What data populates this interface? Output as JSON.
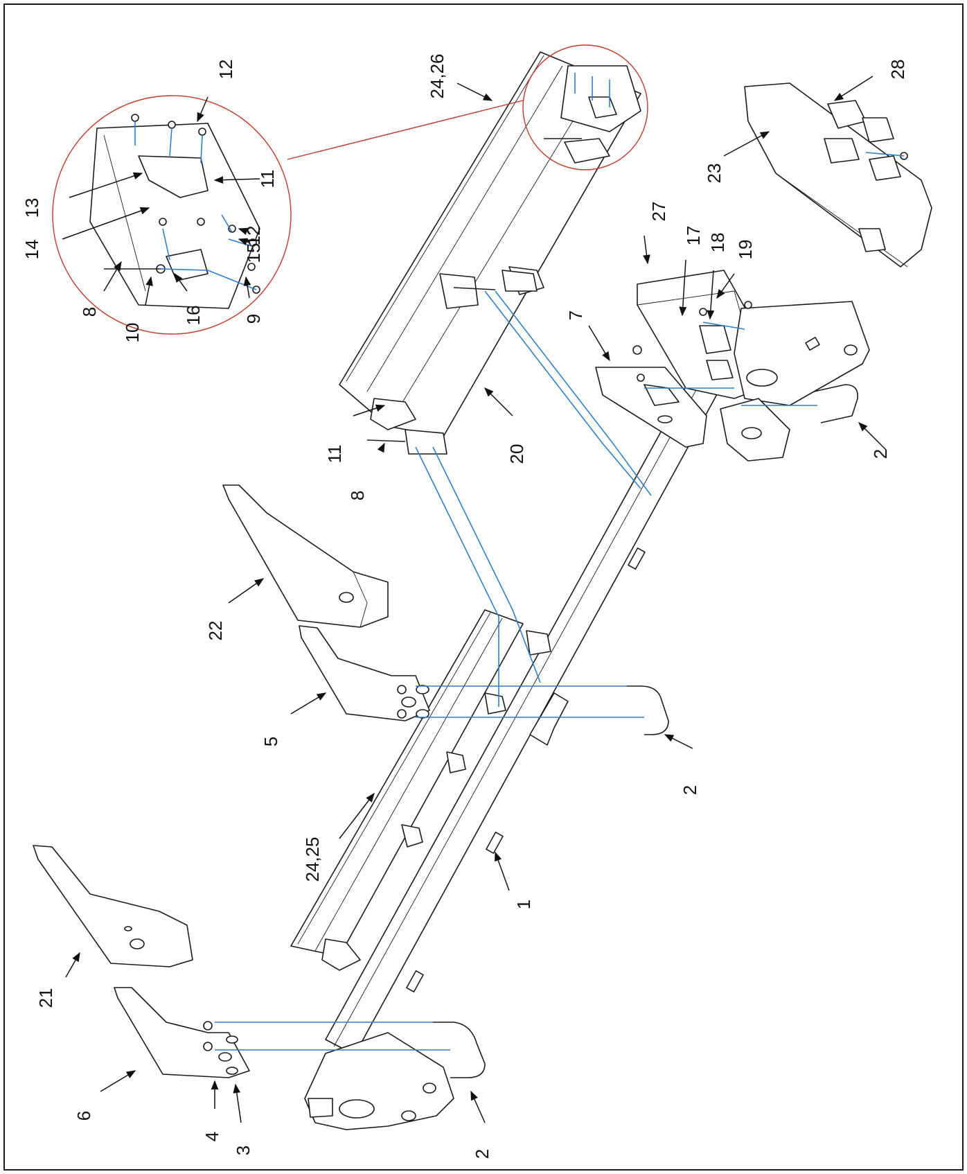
{
  "diagram": {
    "type": "exploded-parts-assembly",
    "colors": {
      "outline": "#1a1a1a",
      "assembly_line": "#2f7fc8",
      "detail_circle": "#c0392b"
    },
    "callouts": [
      {
        "id": "c8-detail",
        "label": "8"
      },
      {
        "id": "c10",
        "label": "10"
      },
      {
        "id": "c16",
        "label": "16"
      },
      {
        "id": "c9",
        "label": "9"
      },
      {
        "id": "c14",
        "label": "14"
      },
      {
        "id": "c15",
        "label": "15"
      },
      {
        "id": "c13",
        "label": "13"
      },
      {
        "id": "c11-detail",
        "label": "11"
      },
      {
        "id": "c12-top",
        "label": "12"
      },
      {
        "id": "c12-mid",
        "label": "12"
      },
      {
        "id": "c24-26",
        "label": "24,26"
      },
      {
        "id": "c28",
        "label": "28"
      },
      {
        "id": "c23",
        "label": "23"
      },
      {
        "id": "c27",
        "label": "27"
      },
      {
        "id": "c17",
        "label": "17"
      },
      {
        "id": "c18",
        "label": "18"
      },
      {
        "id": "c19",
        "label": "19"
      },
      {
        "id": "c7",
        "label": "7"
      },
      {
        "id": "c2-right",
        "label": "2"
      },
      {
        "id": "c11-main",
        "label": "11"
      },
      {
        "id": "c20",
        "label": "20"
      },
      {
        "id": "c8-main",
        "label": "8"
      },
      {
        "id": "c22",
        "label": "22"
      },
      {
        "id": "c5",
        "label": "5"
      },
      {
        "id": "c2-mid",
        "label": "2"
      },
      {
        "id": "c24-25",
        "label": "24,25"
      },
      {
        "id": "c1",
        "label": "1"
      },
      {
        "id": "c21",
        "label": "21"
      },
      {
        "id": "c6",
        "label": "6"
      },
      {
        "id": "c4",
        "label": "4"
      },
      {
        "id": "c3",
        "label": "3"
      },
      {
        "id": "c2-bottom",
        "label": "2"
      }
    ]
  }
}
